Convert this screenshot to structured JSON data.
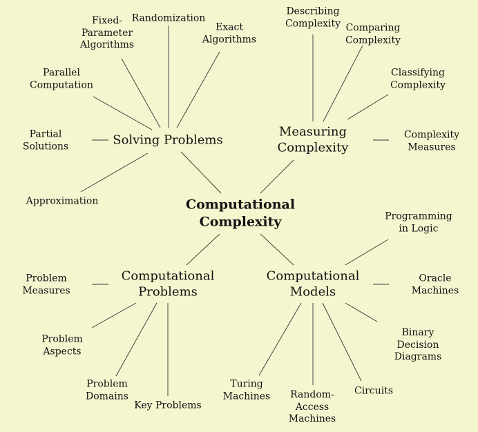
{
  "root": {
    "label": "Computational\nComplexity"
  },
  "hubs": {
    "solving": {
      "label": "Solving Problems"
    },
    "measuring": {
      "label": "Measuring\nComplexity"
    },
    "problems": {
      "label": "Computational\nProblems"
    },
    "models": {
      "label": "Computational\nModels"
    }
  },
  "leaves": {
    "fixed_parameter": "Fixed-\nParameter\nAlgorithms",
    "randomization": "Randomization",
    "exact": "Exact\nAlgorithms",
    "parallel": "Parallel\nComputation",
    "partial": "Partial\nSolutions",
    "approximation": "Approximation",
    "describing": "Describing\nComplexity",
    "comparing": "Comparing\nComplexity",
    "classifying": "Classifying\nComplexity",
    "measures": "Complexity\nMeasures",
    "problem_measures": "Problem\nMeasures",
    "problem_aspects": "Problem\nAspects",
    "problem_domains": "Problem\nDomains",
    "key_problems": "Key Problems",
    "programming_logic": "Programming\nin Logic",
    "oracle": "Oracle\nMachines",
    "bdd": "Binary\nDecision\nDiagrams",
    "circuits": "Circuits",
    "ram": "Random-\nAccess\nMachines",
    "turing": "Turing\nMachines"
  }
}
